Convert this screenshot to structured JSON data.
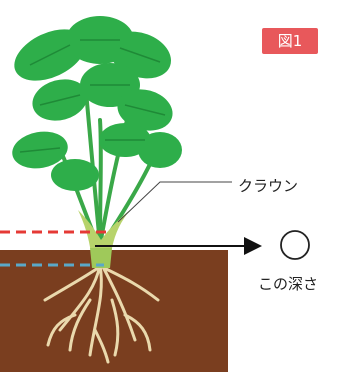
{
  "figure_label": "図1",
  "crown_label": "クラウン",
  "depth_symbol": "○",
  "depth_label": "この深さ",
  "colors": {
    "badge": "#e8585b",
    "soil": "#7a3e1f",
    "leaf": "#2eae4a",
    "leaf_dark": "#1f8a37",
    "stem": "#3aa848",
    "crown": "#b7d36b",
    "root": "#e8d5a6",
    "red_line": "#e53935",
    "blue_line": "#5aa9c9",
    "arrow": "#111111"
  }
}
